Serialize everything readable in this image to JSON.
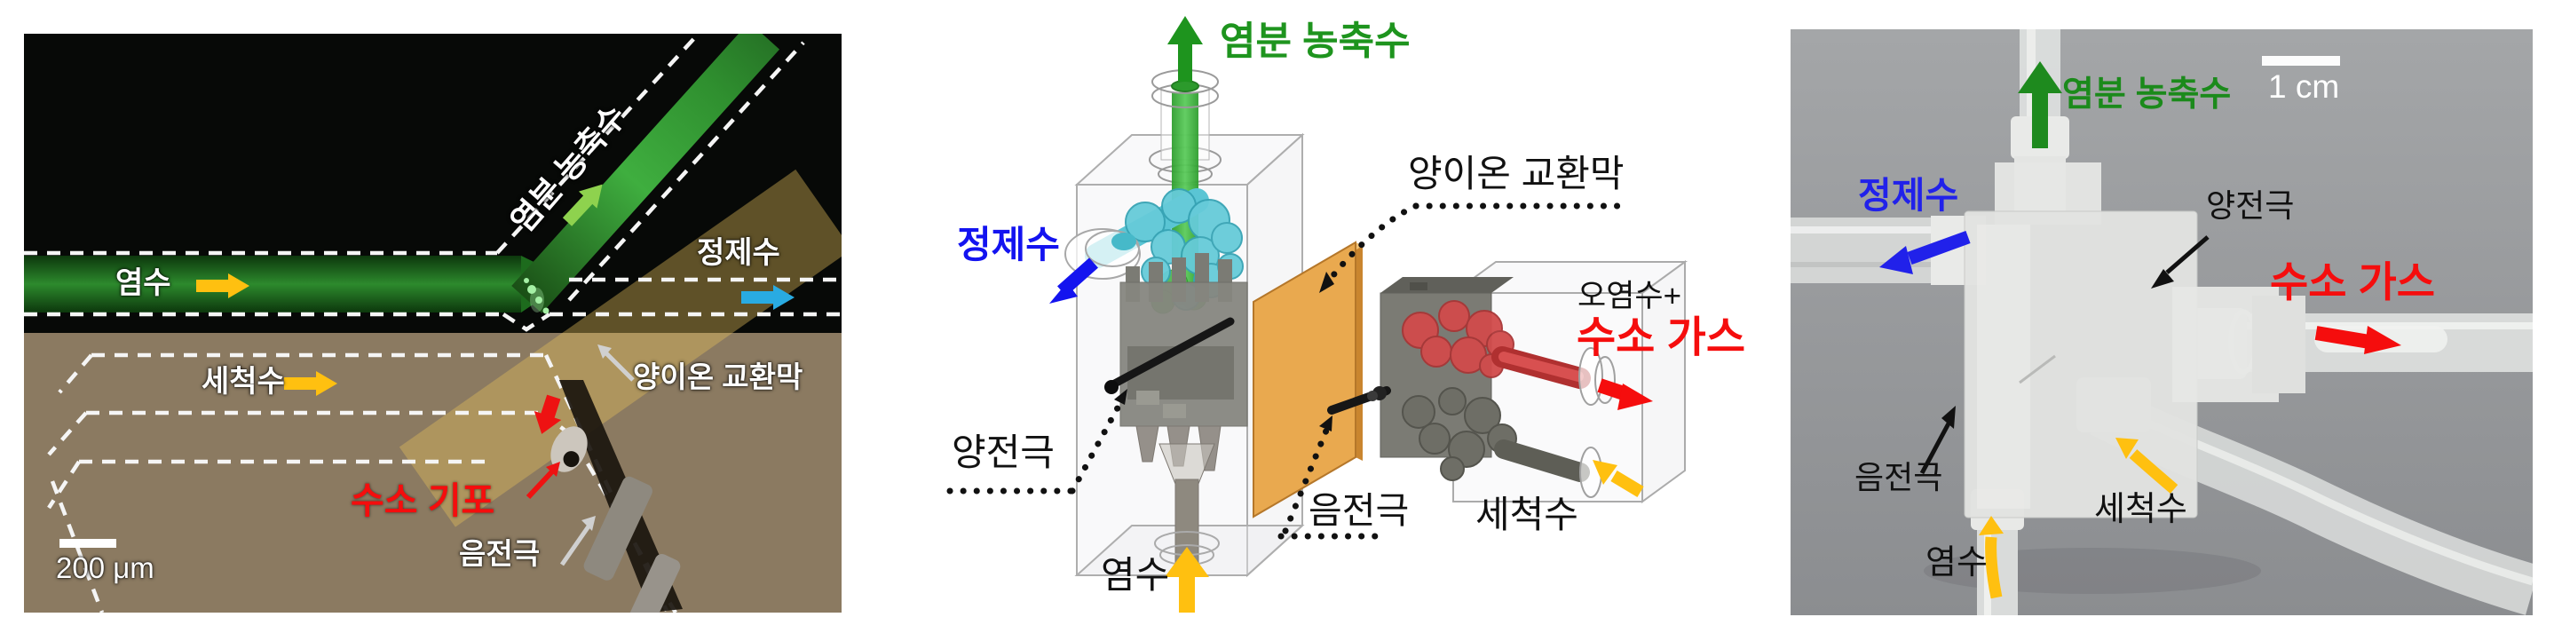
{
  "panel_a": {
    "type": "fluorescence-micrograph",
    "labels": {
      "salt_concentrate": "염분 농축수",
      "brine": "염수",
      "purified_water": "정제수",
      "washing_water": "세척수",
      "membrane": "양이온 교환막",
      "hydrogen_bubble": "수소 기포",
      "cathode": "음전극",
      "scale_bar": "200 μm"
    }
  },
  "panel_b": {
    "type": "3d-device-schematic",
    "labels": {
      "salt_concentrate": "염분 농축수",
      "purified_water": "정제수",
      "membrane": "양이온 교환막",
      "polluted_water": "오염수+",
      "hydrogen_gas": "수소 가스",
      "anode": "양전극",
      "cathode": "음전극",
      "washing_water": "세척수",
      "brine": "염수"
    }
  },
  "panel_c": {
    "type": "device-photograph",
    "labels": {
      "salt_concentrate": "염분 농축수",
      "scale_bar": "1 cm",
      "purified_water": "정제수",
      "anode": "양전극",
      "hydrogen_gas": "수소 가스",
      "cathode": "음전극",
      "brine": "염수",
      "washing_water": "세척수"
    }
  },
  "colors": {
    "green": "#1e941e",
    "blue": "#1b1bec",
    "light_green_arrow": "#8ed24e",
    "cyan_arrow": "#29abe2",
    "yellow": "#ffc010",
    "red": "#f50d0d",
    "membrane_orange": "#e9a94f",
    "white": "#ffffff"
  }
}
